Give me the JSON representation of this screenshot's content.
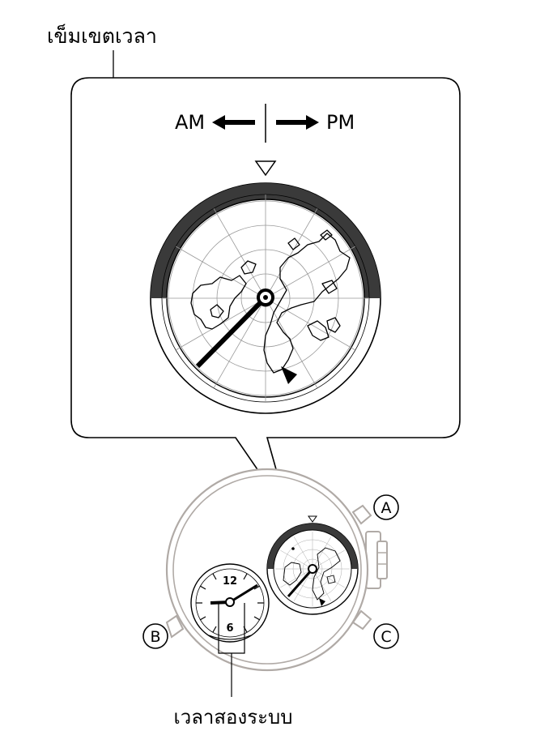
{
  "labels": {
    "world_time_hand": "เข็มเขตเวลา",
    "dual_time": "เวลาสองระบบ",
    "am": "AM",
    "pm": "PM"
  },
  "buttons": {
    "a": "A",
    "b": "B",
    "c": "C"
  },
  "dial": {
    "twelve": "12",
    "six": "6"
  },
  "colors": {
    "am_arc": "#3a3a3a",
    "watch_case": "#b0aaa6",
    "ink": "#000000"
  },
  "icons": {
    "triangle_marker": "down-triangle-outline",
    "hour_pointer": "down-triangle-filled"
  }
}
